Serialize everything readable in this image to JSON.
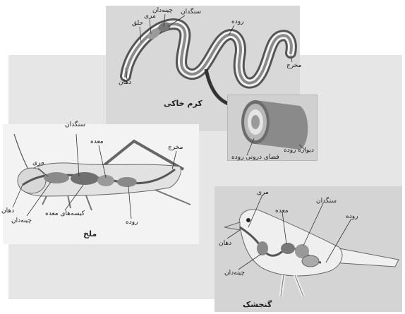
{
  "earthworm": {
    "title": "کرم خاکی",
    "labels": {
      "crop": "چینه‌دان",
      "esophagus": "مری",
      "pharynx": "حلق",
      "gizzard": "سنگدان",
      "intestine": "روده",
      "anus": "مخرج",
      "mouth": "دهان"
    }
  },
  "cross_section": {
    "labels": {
      "intestine_wall": "دیواره روده",
      "inner_space": "فضای درونی روده"
    }
  },
  "grasshopper": {
    "title": "ملخ",
    "labels": {
      "gizzard": "سنگدان",
      "esophagus": "مری",
      "stomach": "معده",
      "anus": "مخرج",
      "mouth": "دهان",
      "crop": "چینه‌دان",
      "gastric_caeca": "کیسه‌های معده",
      "intestine": "روده"
    }
  },
  "bird": {
    "title": "گنجشک",
    "labels": {
      "esophagus": "مری",
      "stomach": "معده",
      "gizzard": "سنگدان",
      "intestine": "روده",
      "mouth": "دهان",
      "crop": "چینه‌دان"
    }
  }
}
